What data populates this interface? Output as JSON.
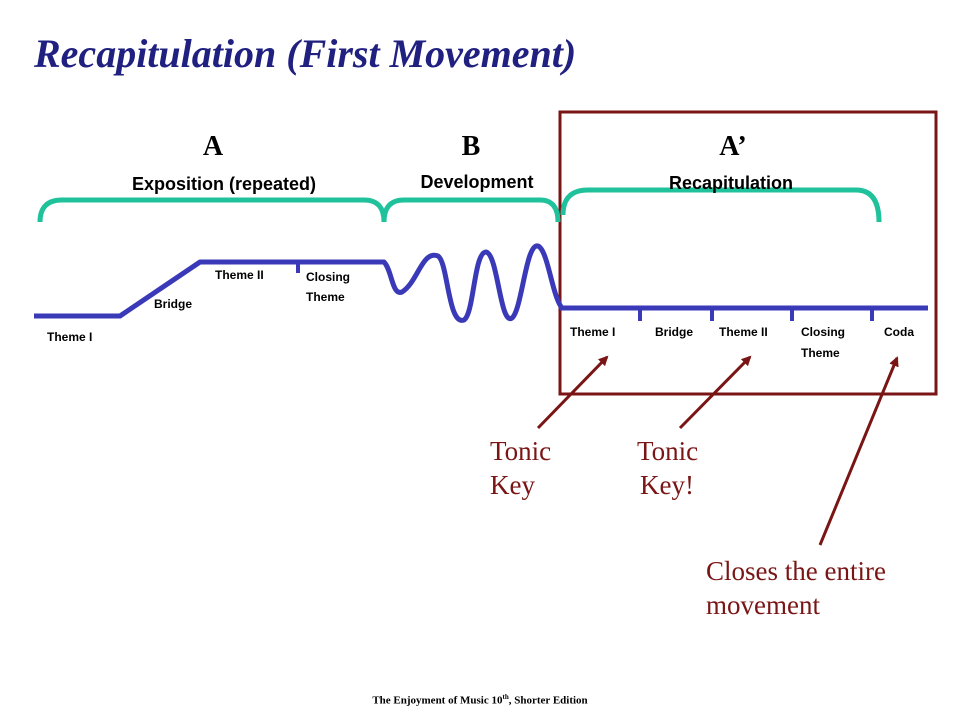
{
  "title": "Recapitulation (First Movement)",
  "sections": {
    "a": {
      "letter": "A",
      "name": "Exposition (repeated)"
    },
    "b": {
      "letter": "B",
      "name": "Development"
    },
    "a_prime": {
      "letter": "A’",
      "name": "Recapitulation"
    }
  },
  "exposition_labels": {
    "theme1": "Theme I",
    "bridge": "Bridge",
    "theme2": "Theme II",
    "closing1": "Closing",
    "closing2": "Theme"
  },
  "recap_labels": {
    "theme1": "Theme I",
    "bridge": "Bridge",
    "theme2": "Theme II",
    "closing1": "Closing",
    "closing2": "Theme",
    "coda": "Coda"
  },
  "notes": {
    "tonic1_l1": "Tonic",
    "tonic1_l2": "Key",
    "tonic2_l1": "Tonic",
    "tonic2_l2": "Key!",
    "closes_l1": "Closes the entire",
    "closes_l2": "movement"
  },
  "footer": {
    "text_main": "The Enjoyment of Music 10",
    "text_sup": "th",
    "text_tail": ", Shorter Edition"
  },
  "colors": {
    "title": "#202080",
    "brace": "#1fc29a",
    "line": "#3a3ab8",
    "box": "#7a1515",
    "arrow": "#7a1515"
  }
}
